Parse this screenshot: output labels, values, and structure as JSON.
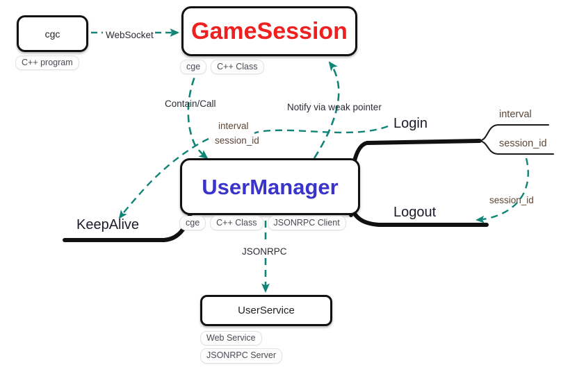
{
  "diagram": {
    "title": "GameSession / UserManager architecture mind map",
    "colors": {
      "gamesession_red": "#ef2020",
      "usermanager_blue": "#3a33cc",
      "arrow_teal": "#108476",
      "branch_black": "#111111",
      "leaf_text_brown": "#5c4636"
    }
  },
  "nodes": {
    "cgc": {
      "label": "cgc",
      "tags": [
        "C++ program"
      ]
    },
    "gamesession": {
      "label": "GameSession",
      "tags": [
        "cge",
        "C++ Class"
      ]
    },
    "usermanager": {
      "label": "UserManager",
      "tags": [
        "cge",
        "C++ Class",
        "JSONRPC Client"
      ]
    },
    "userservice": {
      "label": "UserService",
      "tags": [
        "Web Service",
        "JSONRPC Server"
      ]
    }
  },
  "branches": {
    "login": {
      "label": "Login",
      "leaves": [
        "interval",
        "session_id"
      ]
    },
    "logout": {
      "label": "Logout",
      "leaves": []
    },
    "keepalive": {
      "label": "KeepAlive",
      "leaves": []
    }
  },
  "branch_leaves": {
    "interval": "interval",
    "session_id": "session_id"
  },
  "edges": [
    {
      "id": "websocket",
      "label": "WebSocket",
      "from": "cgc",
      "to": "gamesession",
      "style": "dashed",
      "color": "#108476"
    },
    {
      "id": "contain-call",
      "label": "Contain/Call",
      "from": "gamesession",
      "to": "usermanager",
      "style": "dashed",
      "color": "#108476"
    },
    {
      "id": "notify-weak-pointer",
      "label": "Notify via weak pointer",
      "from": "usermanager",
      "to": "gamesession",
      "style": "dashed",
      "color": "#108476"
    },
    {
      "id": "login-to-keepalive",
      "label": "interval",
      "label2": "session_id",
      "from": "login",
      "to": "keepalive",
      "style": "dashed",
      "color": "#108476"
    },
    {
      "id": "login-to-logout",
      "label": "session_id",
      "from": "login-session_id",
      "to": "logout",
      "style": "dashed",
      "color": "#108476"
    },
    {
      "id": "jsonrpc",
      "label": "JSONRPC",
      "from": "usermanager",
      "to": "userservice",
      "style": "dashed",
      "color": "#108476"
    }
  ],
  "edge_labels": {
    "websocket": "WebSocket",
    "contain_call": "Contain/Call",
    "notify": "Notify via weak pointer",
    "interval": "interval",
    "session_id": "session_id",
    "session_id2": "session_id",
    "jsonrpc": "JSONRPC"
  }
}
